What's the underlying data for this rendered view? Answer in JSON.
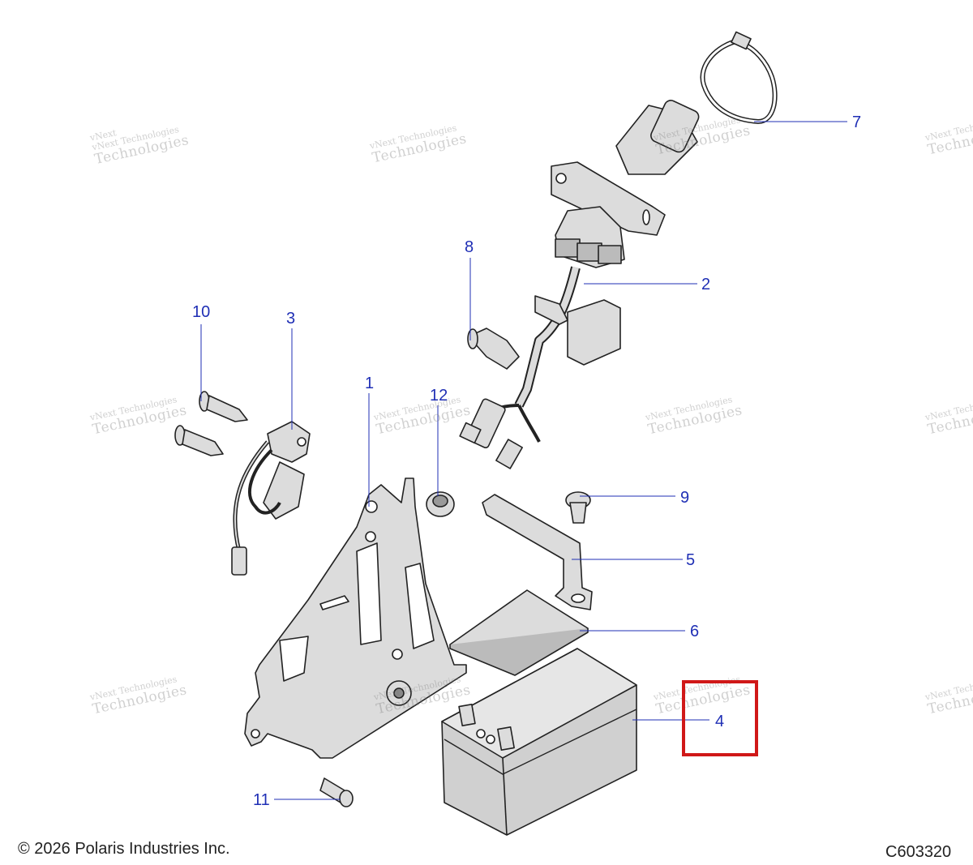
{
  "watermark": {
    "line1": "vNext Technologies",
    "line2": "Technologies",
    "line3": "vNext"
  },
  "callouts": [
    {
      "id": "1",
      "label": "1"
    },
    {
      "id": "2",
      "label": "2"
    },
    {
      "id": "3",
      "label": "3"
    },
    {
      "id": "4",
      "label": "4"
    },
    {
      "id": "5",
      "label": "5"
    },
    {
      "id": "6",
      "label": "6"
    },
    {
      "id": "7",
      "label": "7"
    },
    {
      "id": "8",
      "label": "8"
    },
    {
      "id": "9",
      "label": "9"
    },
    {
      "id": "10",
      "label": "10"
    },
    {
      "id": "11",
      "label": "11"
    },
    {
      "id": "12",
      "label": "12"
    }
  ],
  "highlighted_callout": "4",
  "colors": {
    "callout_text": "#1f2fb5",
    "highlight": "#d01818",
    "part_fill": "#d9d9d9",
    "part_stroke": "#222222"
  },
  "footer": {
    "copyright": "© 2026 Polaris Industries Inc.",
    "diagram_code": "C603320"
  }
}
